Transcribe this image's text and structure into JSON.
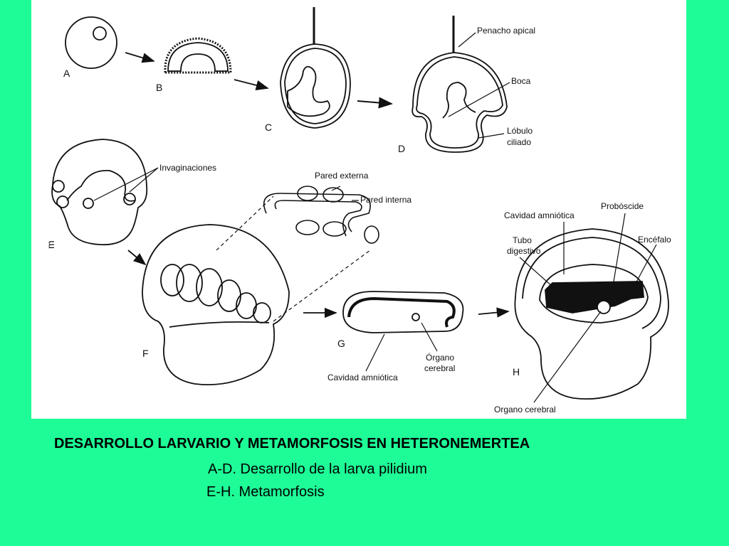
{
  "figure": {
    "panels": {
      "A": "A",
      "B": "B",
      "C": "C",
      "D": "D",
      "E": "m",
      "F": "F",
      "G": "G",
      "H": "H"
    },
    "labels": {
      "penacho": "Penacho apical",
      "boca": "Boca",
      "lobulo1": "Lóbulo",
      "lobulo2": "ciliado",
      "invaginaciones": "Invaginaciones",
      "pared_externa": "Pared externa",
      "pared_interna": "Pared interna",
      "cavidad_amniotica_g": "Cavidad amniótica",
      "organo1": "Órgano",
      "organo2": "cerebral",
      "cavidad_amniotica_h": "Cavidad amniótica",
      "proboscide": "Probóscide",
      "tubo1": "Tubo",
      "tubo2": "digestivo",
      "encefalo": "Encéfalo",
      "organo_cerebral_h": "Organo cerebral"
    }
  },
  "caption": {
    "title": "DESARROLLO LARVARIO Y METAMORFOSIS EN HETERONEMERTEA",
    "line1": "A-D. Desarrollo de la larva pilidium",
    "line2": "E-H. Metamorfosis"
  }
}
